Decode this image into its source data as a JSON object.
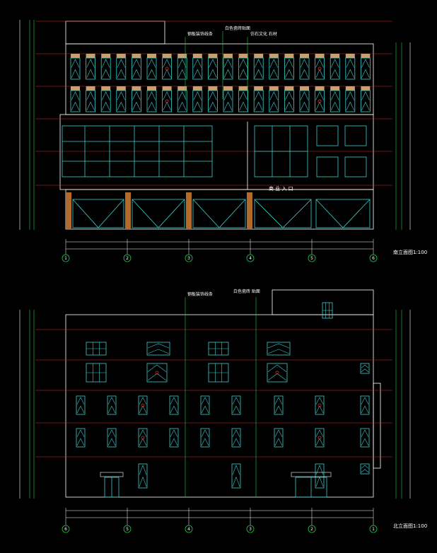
{
  "drawing": {
    "background": "#000000",
    "colors": {
      "outline": "#ffffff",
      "window": "#3ad0d0",
      "floor_line": "#e0282c",
      "dimension": "#22c84a",
      "column": "#b06a2a",
      "window_top": "#c8a070",
      "marker": "#e0282c"
    },
    "elevations": [
      {
        "id": "front",
        "title": "南立面图1:100",
        "axis_labels": [
          "1",
          "2",
          "3",
          "4",
          "5",
          "6"
        ],
        "annotations": [
          "钢板装饰线条",
          "白色瓷砖贴面",
          "仿石文化 石材"
        ],
        "signboard": "商 业 入 口"
      },
      {
        "id": "rear",
        "title": "北立面图1:100",
        "axis_labels": [
          "6",
          "5",
          "4",
          "3",
          "2",
          "1"
        ],
        "annotations": [
          "钢板装饰线条",
          "白色瓷砖 贴面"
        ]
      }
    ]
  }
}
